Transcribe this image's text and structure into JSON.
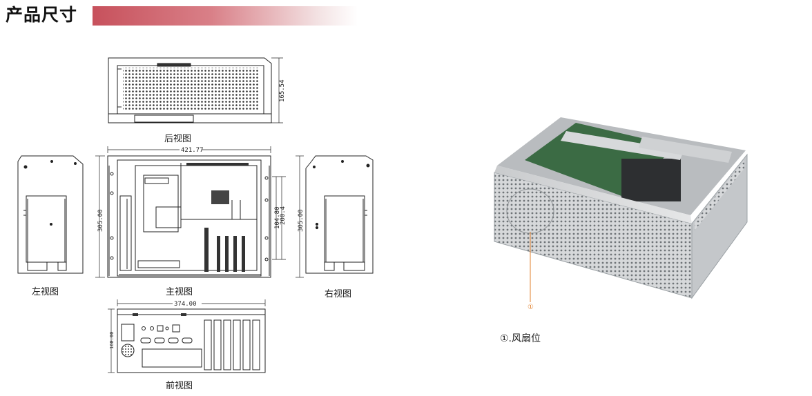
{
  "header": {
    "title": "产品尺寸"
  },
  "views": {
    "rear": "后视图",
    "left": "左视图",
    "main": "主视图",
    "right": "右视图",
    "front": "前视图"
  },
  "dimensions": {
    "rear_height": "165.54",
    "main_width": "421.77",
    "main_height": "305.00",
    "main_hole_1": "104.80",
    "main_hole_2": "200.4",
    "right_height": "305.00",
    "front_width": "374.00",
    "front_height": "160.00"
  },
  "callout": {
    "marker": "①",
    "caption": "①.风扇位"
  },
  "colors": {
    "accent": "#c7515c",
    "callout": "#e0802e"
  }
}
